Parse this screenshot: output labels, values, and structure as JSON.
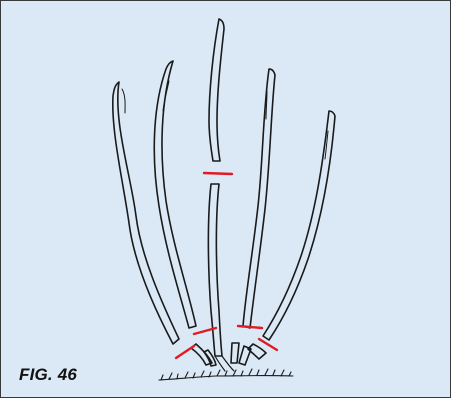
{
  "figure": {
    "caption": "FIG. 46"
  },
  "colors": {
    "background": "#dbe9f6",
    "border": "#3a3a3a",
    "ink": "#1a1a1a",
    "cut_marks": "#e01b24"
  },
  "stems": {
    "count": 5,
    "cut_mark_count": 5
  }
}
